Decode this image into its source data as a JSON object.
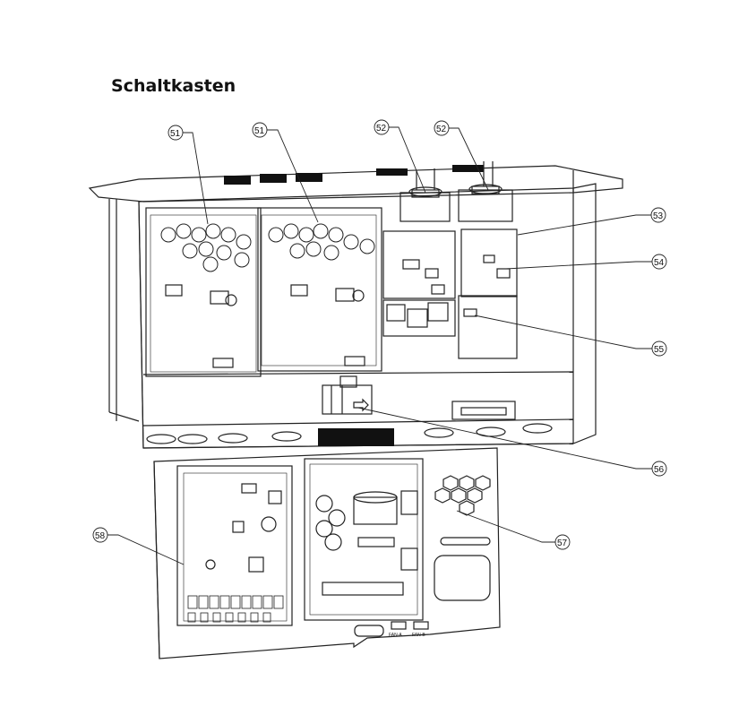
{
  "title": "Schaltkasten",
  "callouts": [
    {
      "id": "c51a",
      "label": "51"
    },
    {
      "id": "c51b",
      "label": "51"
    },
    {
      "id": "c52a",
      "label": "52"
    },
    {
      "id": "c52b",
      "label": "52"
    },
    {
      "id": "c53",
      "label": "53"
    },
    {
      "id": "c54",
      "label": "54"
    },
    {
      "id": "c55",
      "label": "55"
    },
    {
      "id": "c56",
      "label": "56"
    },
    {
      "id": "c57",
      "label": "57"
    },
    {
      "id": "c58",
      "label": "58"
    }
  ],
  "connector_labels": [
    "FAN-A",
    "FAN-B"
  ]
}
